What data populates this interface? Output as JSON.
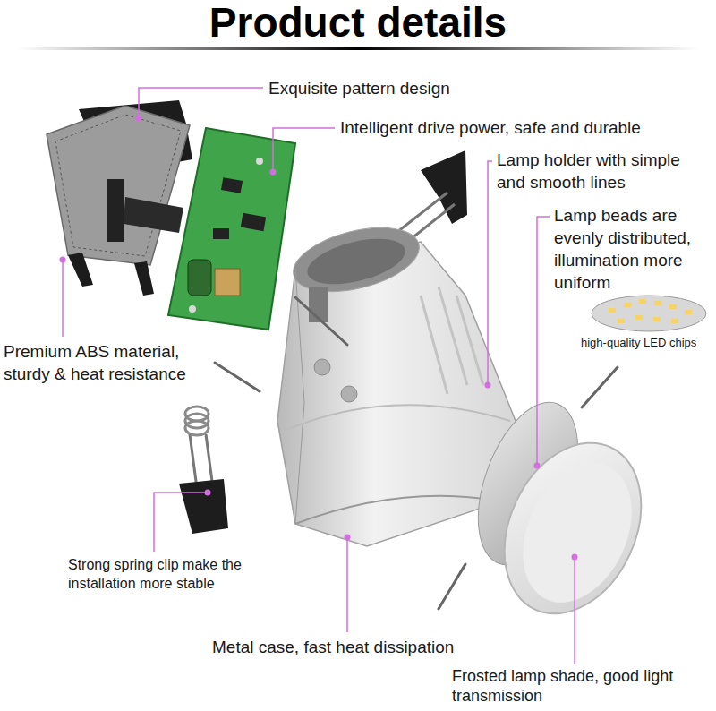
{
  "diagram": {
    "title": "Product details",
    "labels": [
      "Exquisite pattern design",
      "Intelligent drive power, safe and durable",
      "Lamp holder with simple and smooth lines",
      "Lamp beads are evenly distributed, illumination more uniform",
      "high-quality LED chips",
      "Premium ABS material, sturdy & heat resistance",
      "Strong spring clip make the installation more stable",
      "Metal case, fast heat dissipation",
      "Frosted lamp shade, good light transmission"
    ]
  }
}
